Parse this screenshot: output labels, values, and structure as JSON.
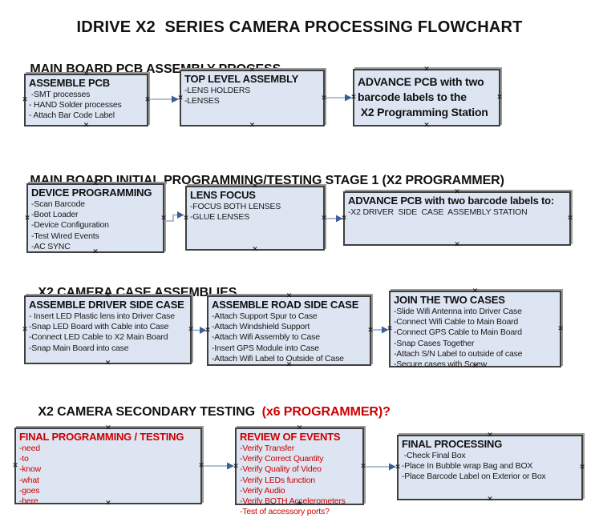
{
  "title": "IDRIVE X2  SERIES CAMERA PROCESSING FLOWCHART",
  "colors": {
    "box_fill": "#dce5f1",
    "box_border": "#3f3f3f",
    "shadow": "#9a9a9a",
    "arrow_line": "#93a9c7",
    "arrow_head": "#3c5f98",
    "red": "#cc0000",
    "text": "#111111"
  },
  "connection_point_glyph": "×",
  "sections": [
    {
      "heading": "MAIN BOARD PCB ASSEMBLY PROCESS",
      "boxes": [
        {
          "title": "ASSEMBLE PCB",
          "items": [
            " -SMT processes",
            "- HAND Solder processes",
            "- Attach Bar Code Label"
          ]
        },
        {
          "title": "TOP LEVEL ASSEMBLY",
          "items": [
            "-LENS HOLDERS",
            "-LENSES"
          ]
        },
        {
          "title": "ADVANCE PCB with two\nbarcode labels to the\n X2 Programming Station",
          "items": []
        }
      ]
    },
    {
      "heading": "MAIN BOARD INITIAL PROGRAMMING/TESTING STAGE 1 (X2 PROGRAMMER)",
      "boxes": [
        {
          "title": "DEVICE PROGRAMMING",
          "items": [
            "-Scan Barcode",
            "-Boot Loader",
            "-Device Configuration",
            "-Test Wired Events",
            "-AC SYNC"
          ]
        },
        {
          "title": "LENS FOCUS",
          "items": [
            "-FOCUS BOTH LENSES",
            "-GLUE LENSES"
          ]
        },
        {
          "title": "ADVANCE PCB with two barcode labels to:",
          "items": [
            "-X2 DRIVER  SIDE  CASE  ASSEMBLY STATION"
          ]
        }
      ]
    },
    {
      "heading": "X2 CAMERA CASE ASSEMBLIES",
      "boxes": [
        {
          "title": "ASSEMBLE DRIVER SIDE CASE",
          "items": [
            "- Insert LED Plastic lens into Driver Case",
            "-Snap LED Board with Cable into Case",
            "-Connect LED Cable to X2 Main Board",
            "-Snap Main Board into case"
          ]
        },
        {
          "title": "ASSEMBLE ROAD SIDE CASE",
          "items": [
            "-Attach Support Spur to Case",
            "-Attach Windshield Support",
            "-Attach Wifi Assembly to Case",
            "-Insert GPS Module into Case",
            "-Attach Wifi Label to Outside of Case"
          ]
        },
        {
          "title": "JOIN THE TWO CASES",
          "items": [
            "-Slide Wifi Antenna into Driver Case",
            "-Connect Wifi Cable to Main Board",
            "-Connect GPS Cable to Main Board",
            "-Snap Cases Together",
            "-Attach S/N Label to outside of case",
            "-Secure cases with Screw"
          ]
        }
      ]
    },
    {
      "heading": "X2 CAMERA SECONDARY TESTING ",
      "heading_red": " (x6 PROGRAMMER)?",
      "boxes": [
        {
          "title": "FINAL PROGRAMMING / TESTING",
          "items": [
            "-need",
            "-to",
            "-know",
            "-what",
            "-goes",
            "-here"
          ]
        },
        {
          "title": "REVIEW OF EVENTS",
          "items": [
            "-Verify Transfer",
            "-Verify Correct Quantity",
            "-Verify Quality of Video",
            "-Verify LEDs function",
            "-Verify Audio",
            "-Verify BOTH Accelerometers",
            "-Test of accessory ports?"
          ]
        },
        {
          "title": "FINAL PROCESSING",
          "items": [
            " -Check Final Box",
            "-Place In Bubble wrap Bag and BOX",
            "-Place Barcode Label on Exterior or Box"
          ]
        }
      ]
    }
  ]
}
